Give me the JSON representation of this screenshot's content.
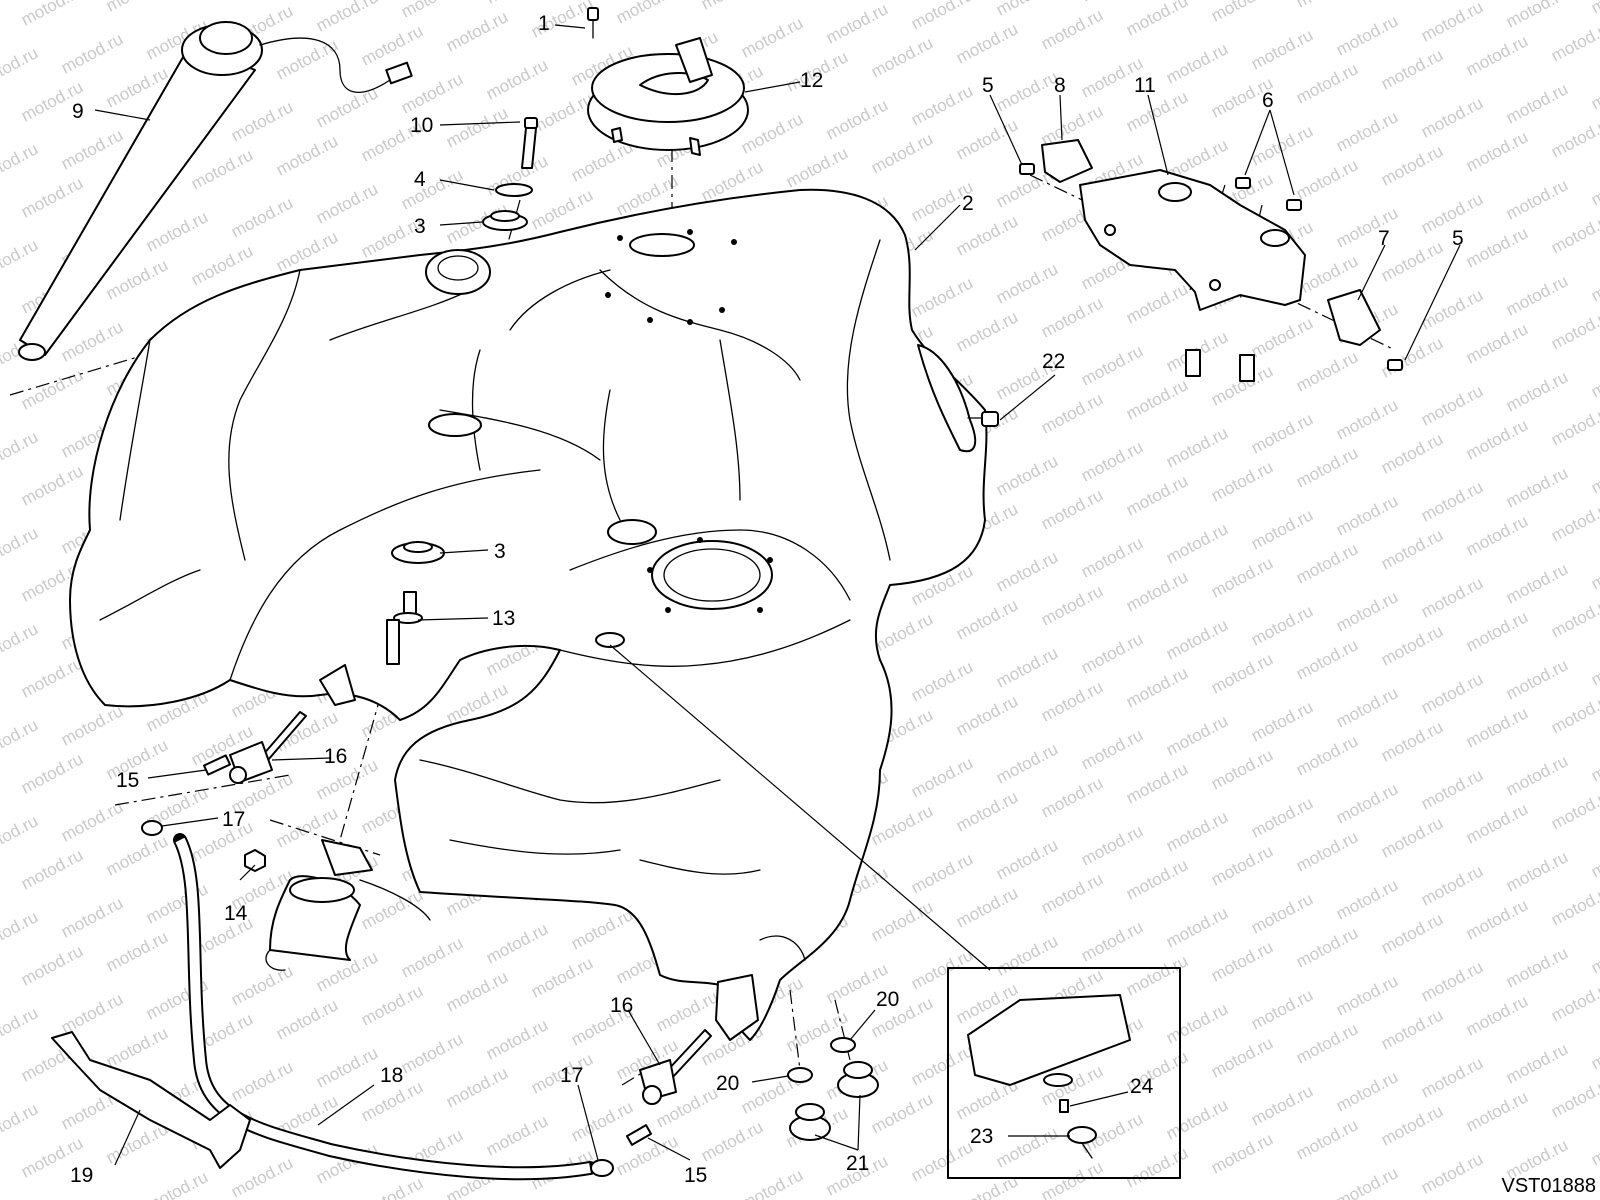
{
  "watermark": "motod.ru",
  "drawing_code": "VST01888",
  "callouts": {
    "c1": "1",
    "c2": "2",
    "c3a": "3",
    "c3b": "3",
    "c4": "4",
    "c5a": "5",
    "c5b": "5",
    "c6": "6",
    "c7": "7",
    "c8": "8",
    "c9": "9",
    "c10": "10",
    "c11": "11",
    "c12": "12",
    "c13": "13",
    "c14": "14",
    "c15a": "15",
    "c15b": "15",
    "c16a": "16",
    "c16b": "16",
    "c17a": "17",
    "c17b": "17",
    "c18": "18",
    "c19": "19",
    "c20a": "20",
    "c20b": "20",
    "c21": "21",
    "c22": "22",
    "c23": "23",
    "c24": "24"
  }
}
